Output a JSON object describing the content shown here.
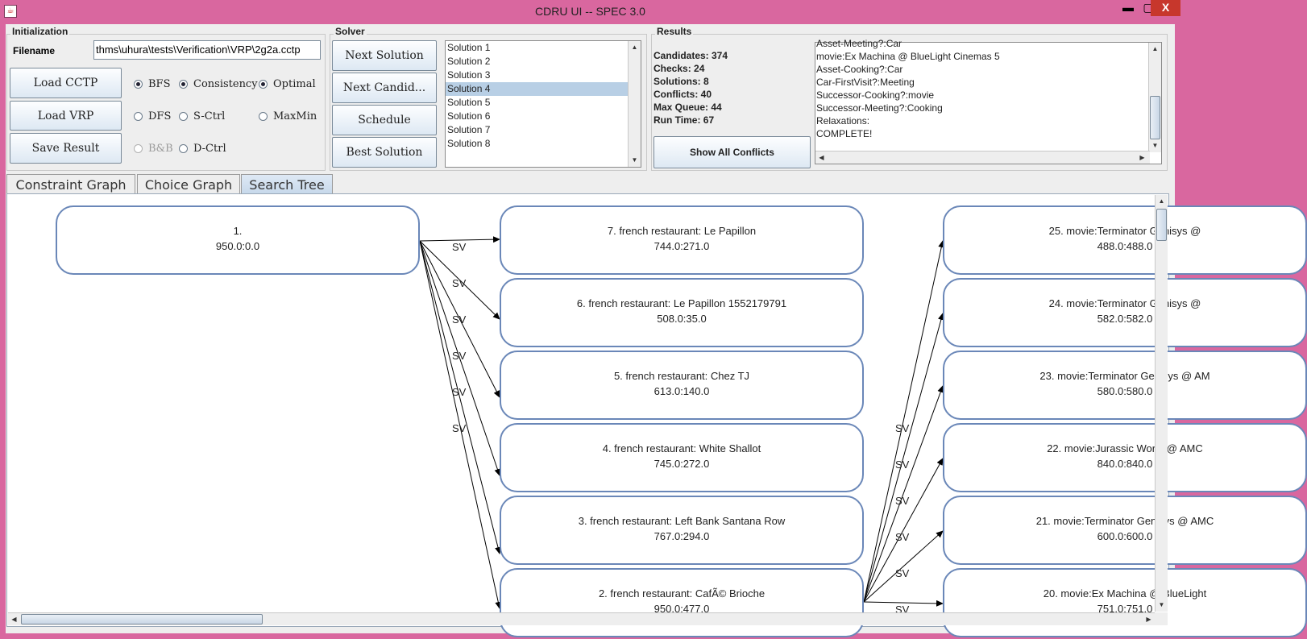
{
  "window": {
    "title": "CDRU UI -- SPEC 3.0",
    "min_label": "▬",
    "max_label": "▢",
    "close_label": "X"
  },
  "initialization": {
    "group_title": "Initialization",
    "filename_label": "Filename",
    "filename_value": "thms\\uhura\\tests\\Verification\\VRP\\2g2a.cctp",
    "buttons": {
      "load_cctp": "Load CCTP",
      "load_vrp": "Load VRP",
      "save_result": "Save Result"
    },
    "radios": {
      "bfs": "BFS",
      "dfs": "DFS",
      "bnb": "B&B",
      "consistency": "Consistency",
      "s_ctrl": "S-Ctrl",
      "d_ctrl": "D-Ctrl",
      "optimal": "Optimal",
      "maxmin": "MaxMin"
    }
  },
  "solver": {
    "group_title": "Solver",
    "buttons": {
      "next_solution": "Next Solution",
      "next_candidate": "Next Candid...",
      "schedule": "Schedule",
      "best_solution": "Best Solution"
    },
    "solutions": [
      "Solution 1",
      "Solution 2",
      "Solution 3",
      "Solution 4",
      "Solution 5",
      "Solution 6",
      "Solution 7",
      "Solution 8"
    ],
    "selected_solution": "Solution 4"
  },
  "results": {
    "group_title": "Results",
    "stats": {
      "candidates": "Candidates: 374",
      "checks": "Checks: 24",
      "solutions": "Solutions: 8",
      "conflicts": "Conflicts: 40",
      "max_queue": "Max Queue: 44",
      "run_time": "Run Time: 67"
    },
    "show_all_conflicts": "Show All Conflicts",
    "lines": [
      "Asset-Meeting?:Car",
      "movie:Ex Machina @ BlueLight Cinemas 5",
      "Asset-Cooking?:Car",
      "Car-FirstVisit?:Meeting",
      "Successor-Cooking?:movie",
      "Successor-Meeting?:Cooking",
      "Relaxations:",
      "COMPLETE!"
    ]
  },
  "tabs": [
    "Constraint Graph",
    "Choice Graph",
    "Search Tree"
  ],
  "active_tab": "Search Tree",
  "tree": {
    "edge_label": "SV",
    "root": {
      "title": "1.",
      "value": "950.0:0.0"
    },
    "level2": [
      {
        "title": "7. french restaurant: Le Papillon",
        "value": "744.0:271.0"
      },
      {
        "title": "6. french restaurant: Le Papillon 1552179791",
        "value": "508.0:35.0"
      },
      {
        "title": "5. french restaurant: Chez TJ",
        "value": "613.0:140.0"
      },
      {
        "title": "4. french restaurant: White Shallot",
        "value": "745.0:272.0"
      },
      {
        "title": "3. french restaurant: Left Bank Santana Row",
        "value": "767.0:294.0"
      },
      {
        "title": "2. french restaurant: CafÃ© Brioche",
        "value": "950.0:477.0"
      }
    ],
    "level3": [
      {
        "title": "25. movie:Terminator Genisys @",
        "value": "488.0:488.0"
      },
      {
        "title": "24. movie:Terminator Genisys @",
        "value": "582.0:582.0"
      },
      {
        "title": "23. movie:Terminator Genisys @ AM",
        "value": "580.0:580.0"
      },
      {
        "title": "22. movie:Jurassic World @ AMC",
        "value": "840.0:840.0"
      },
      {
        "title": "21. movie:Terminator Genisys @ AMC",
        "value": "600.0:600.0"
      },
      {
        "title": "20. movie:Ex Machina @ BlueLight",
        "value": "751.0:751.0"
      }
    ]
  }
}
